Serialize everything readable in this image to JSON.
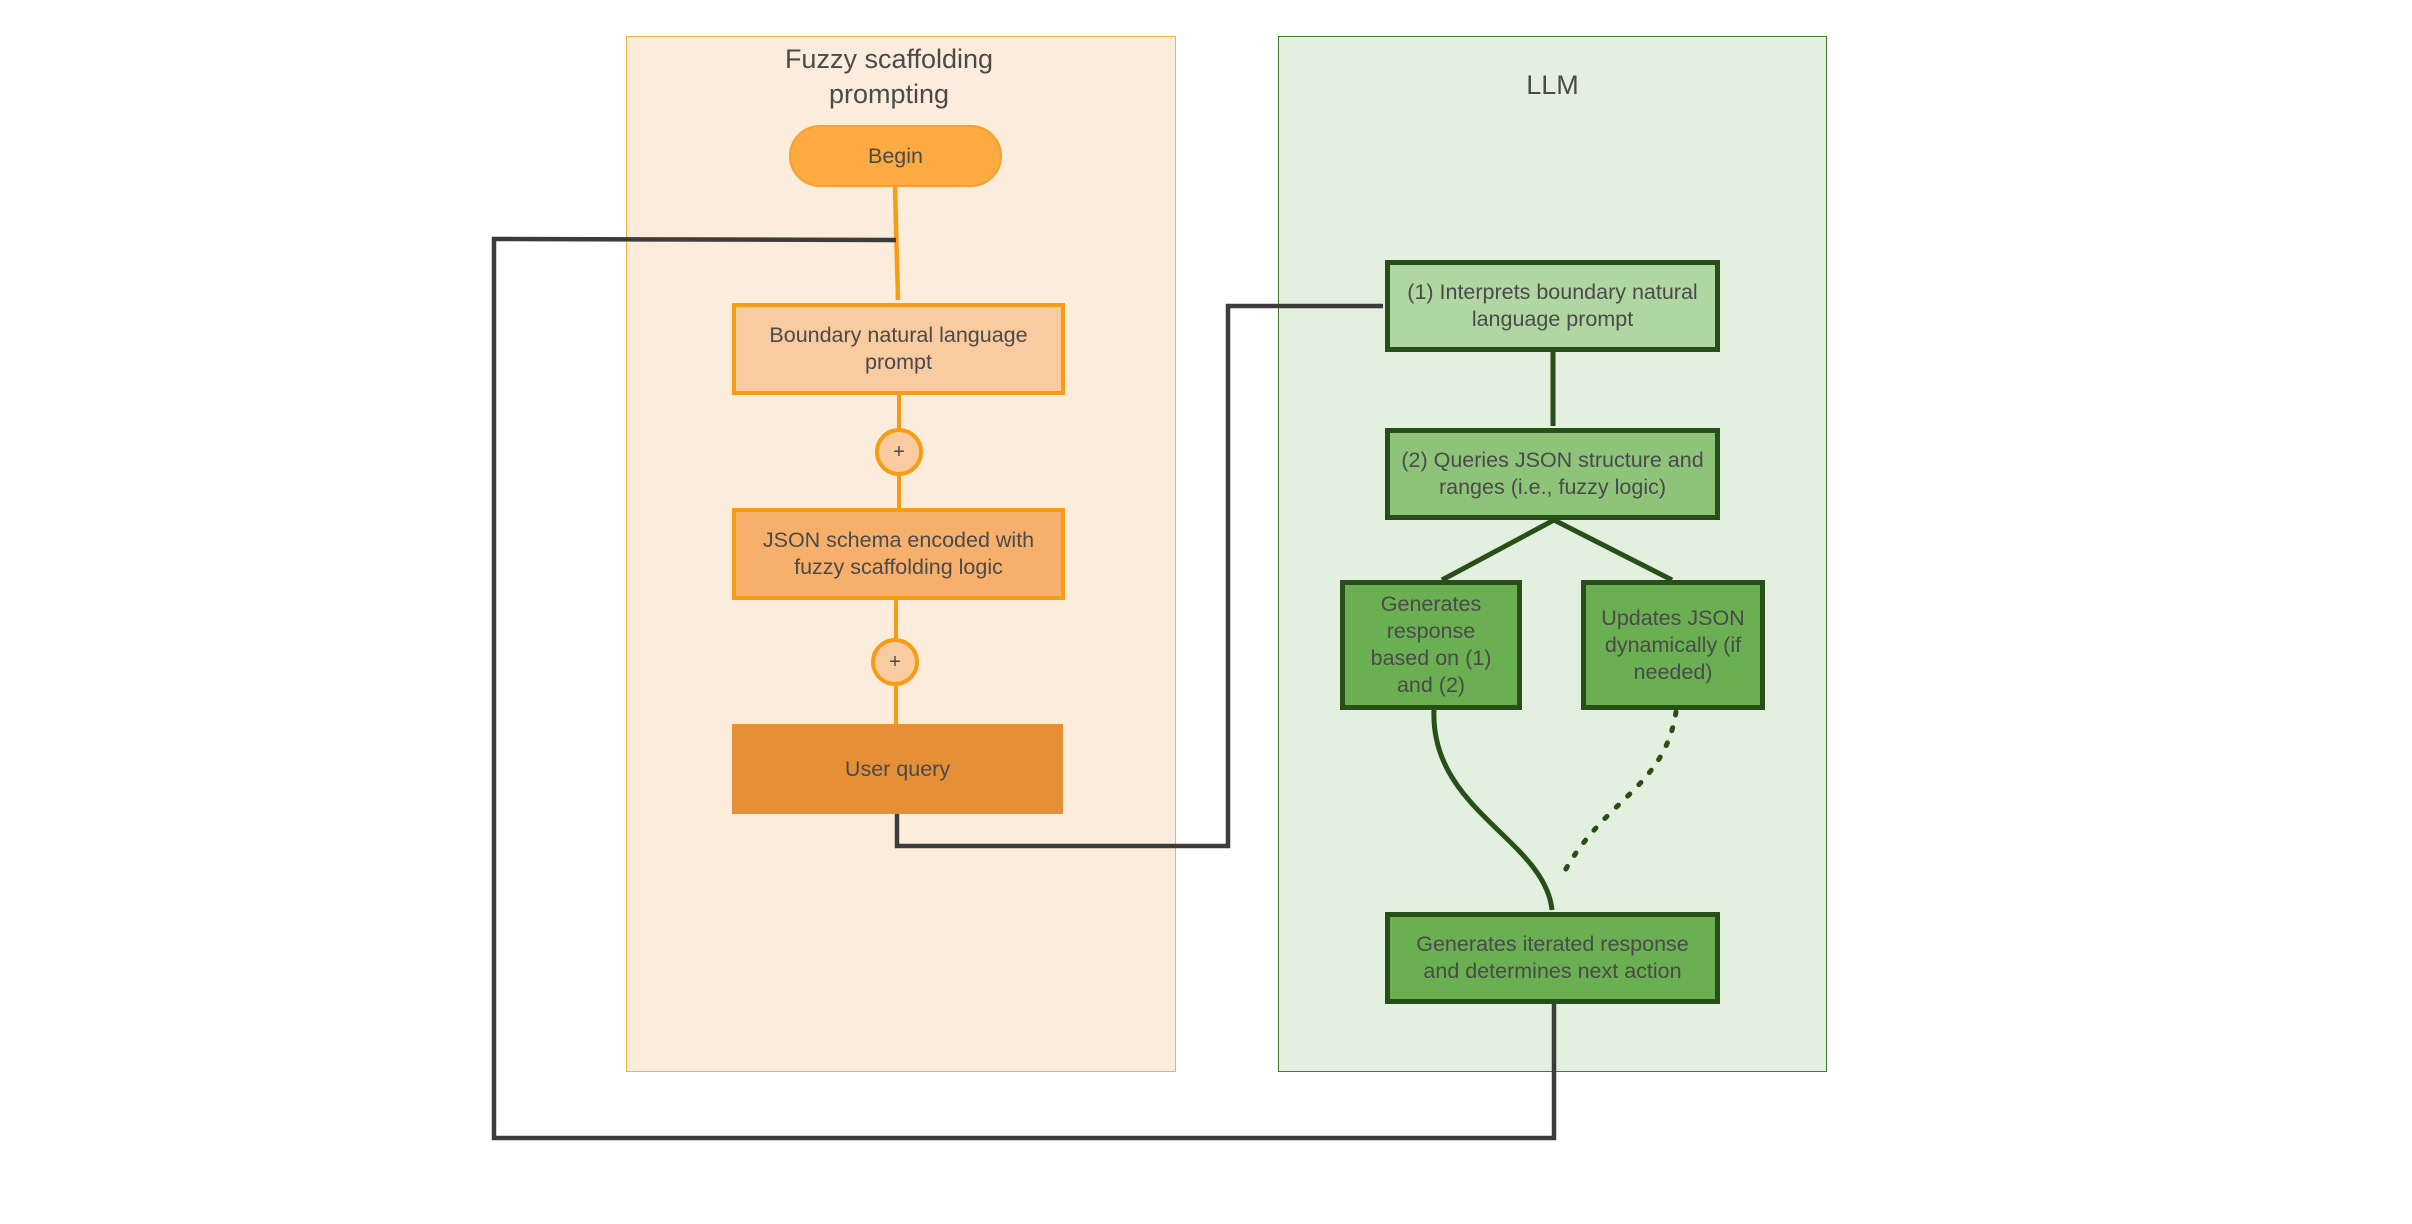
{
  "lanes": {
    "fuzzy_title": "Fuzzy scaffolding\nprompting",
    "llm_title": "LLM"
  },
  "nodes": {
    "begin": "Begin",
    "boundary_prompt": "Boundary natural language prompt",
    "plus_1": "+",
    "json_schema": "JSON schema encoded with fuzzy scaffolding logic",
    "plus_2": "+",
    "user_query": "User query",
    "interprets": "(1) Interprets boundary natural language prompt",
    "queries": "(2) Queries JSON structure and ranges (i.e., fuzzy logic)",
    "generates": "Generates response based on (1) and (2)",
    "updates": "Updates JSON dynamically (if needed)",
    "iterated": "Generates iterated response and determines next action"
  },
  "colors": {
    "orange_edge": "#f79d15",
    "green_edge": "#284f19",
    "loop_edge": "#3c3c3c"
  }
}
